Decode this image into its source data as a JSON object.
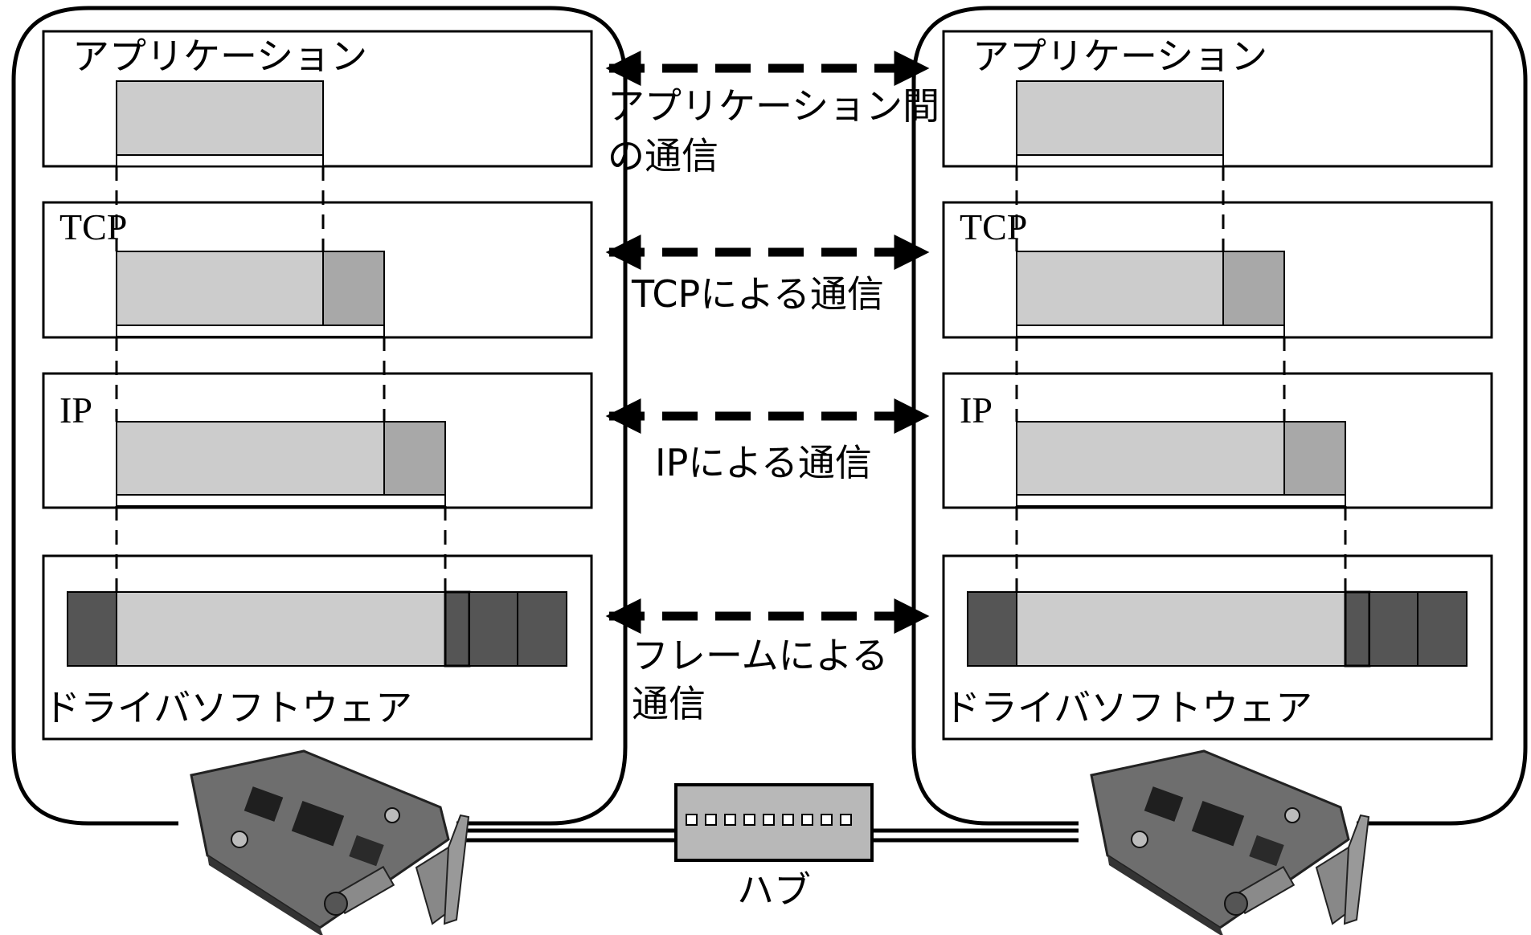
{
  "hosts": [
    {
      "layers": {
        "application": "アプリケーション",
        "tcp": "TCP",
        "ip": "IP",
        "driver": "ドライバソフトウェア"
      }
    },
    {
      "layers": {
        "application": "アプリケーション",
        "tcp": "TCP",
        "ip": "IP",
        "driver": "ドライバソフトウェア"
      }
    }
  ],
  "communications": {
    "application_line1": "アプリケーション間",
    "application_line2": "の通信",
    "tcp": "TCPによる通信",
    "ip": "IPによる通信",
    "frame_line1": "フレームによる",
    "frame_line2": "通信"
  },
  "hub": {
    "label": "ハブ",
    "port_count": 9
  },
  "colors": {
    "payload": "#cccccc",
    "header": "#a8a8a8",
    "frame": "#555555",
    "outline": "#000000"
  }
}
